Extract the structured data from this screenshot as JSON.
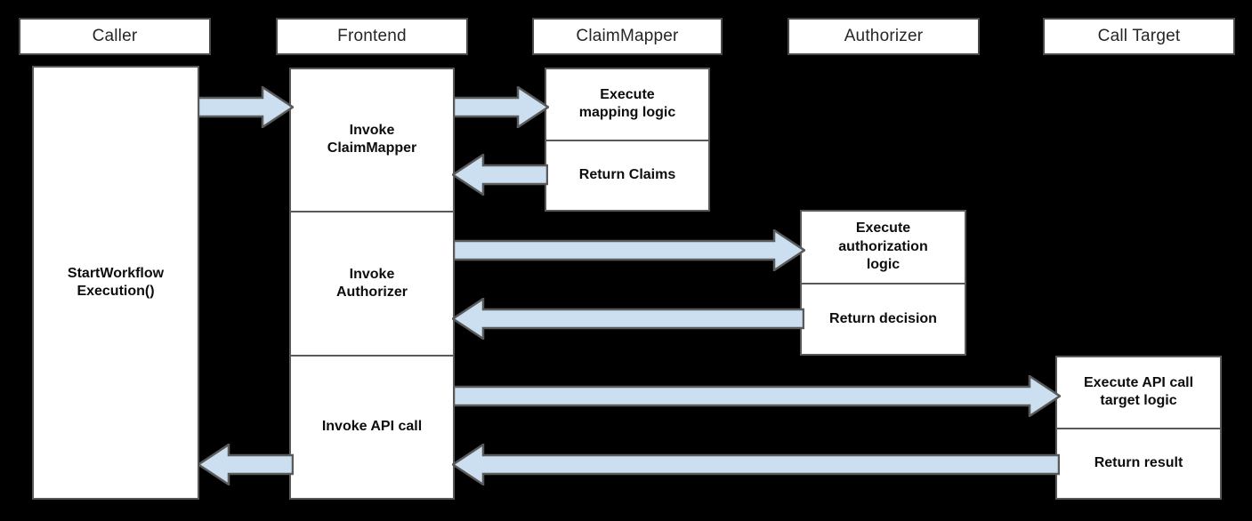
{
  "diagram": {
    "type": "sequence-diagram",
    "title": "",
    "background_color": "#000000",
    "box_fill": "#ffffff",
    "box_border": "#595959",
    "arrow_fill": "#ccdff0",
    "arrow_border": "#5a5a5a",
    "lanes": [
      {
        "id": "caller",
        "label": "Caller"
      },
      {
        "id": "frontend",
        "label": "Frontend"
      },
      {
        "id": "claimmapper",
        "label": "ClaimMapper"
      },
      {
        "id": "authorizer",
        "label": "Authorizer"
      },
      {
        "id": "calltarget",
        "label": "Call Target"
      }
    ],
    "activations": {
      "caller": {
        "cells": [
          {
            "label": "",
            "blank_top": true
          },
          {
            "label": "StartWorkflow\nExecution()"
          },
          {
            "label": "",
            "blank_bottom": true
          }
        ],
        "text": "StartWorkflow Execution()"
      },
      "frontend": {
        "cells": [
          {
            "label": "Invoke\nClaimMapper"
          },
          {
            "label": "Invoke\nAuthorizer"
          },
          {
            "label": "Invoke API call"
          }
        ]
      },
      "claimmapper": {
        "cells": [
          {
            "label": "Execute\nmapping logic"
          },
          {
            "label": "Return Claims"
          }
        ]
      },
      "authorizer": {
        "cells": [
          {
            "label": "Execute\nauthorization\nlogic"
          },
          {
            "label": "Return decision"
          }
        ]
      },
      "calltarget": {
        "cells": [
          {
            "label": "Execute API call\ntarget logic"
          },
          {
            "label": "Return result"
          }
        ]
      }
    },
    "messages": [
      {
        "id": "m1",
        "from": "caller",
        "to": "frontend",
        "direction": "right",
        "order": 1
      },
      {
        "id": "m2",
        "from": "frontend",
        "to": "claimmapper",
        "direction": "right",
        "order": 2
      },
      {
        "id": "m3",
        "from": "claimmapper",
        "to": "frontend",
        "direction": "left",
        "order": 3
      },
      {
        "id": "m4",
        "from": "frontend",
        "to": "authorizer",
        "direction": "right",
        "order": 4
      },
      {
        "id": "m5",
        "from": "authorizer",
        "to": "frontend",
        "direction": "left",
        "order": 5
      },
      {
        "id": "m6",
        "from": "frontend",
        "to": "calltarget",
        "direction": "right",
        "order": 6
      },
      {
        "id": "m7",
        "from": "calltarget",
        "to": "frontend",
        "direction": "left",
        "order": 7
      },
      {
        "id": "m8",
        "from": "frontend",
        "to": "caller",
        "direction": "left",
        "order": 8
      }
    ]
  },
  "labels": {
    "caller_header": "Caller",
    "frontend_header": "Frontend",
    "claimmapper_header": "ClaimMapper",
    "authorizer_header": "Authorizer",
    "calltarget_header": "Call Target",
    "caller_start": "StartWorkflow\nExecution()",
    "frontend_invoke_claimmapper": "Invoke\nClaimMapper",
    "frontend_invoke_authorizer": "Invoke\nAuthorizer",
    "frontend_invoke_api": "Invoke API call",
    "cm_execute_mapping": "Execute\nmapping logic",
    "cm_return_claims": "Return Claims",
    "auth_execute_logic": "Execute\nauthorization\nlogic",
    "auth_return_decision": "Return decision",
    "ct_execute_logic": "Execute API call\ntarget logic",
    "ct_return_result": "Return result",
    "empty": ""
  }
}
